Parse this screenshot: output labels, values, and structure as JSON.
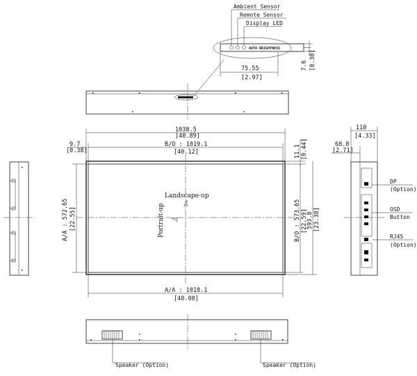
{
  "callouts": {
    "ambient_sensor": "Ambient Sensor",
    "remote_sensor": "Remote Sensor",
    "display_led": "Display LED",
    "dp": "DP",
    "dp_option": "(Option)",
    "osd": "OSD",
    "osd_button": "Button",
    "rj45": "RJ45",
    "rj45_option": "(Option)",
    "speaker_left": "Speaker (Option)",
    "speaker_right": "Speaker (Option)"
  },
  "orientation": {
    "landscape": "Landscape-up",
    "portrait": "Portrait-up"
  },
  "dimensions": {
    "sensor_width_mm": "75.55",
    "sensor_width_in": "[2.97]",
    "sensor_height_mm": "7.6",
    "sensor_height_in": "[0.30]",
    "overall_width_mm": "1038.5",
    "overall_width_in": "[40.89]",
    "bezel_width_mm": "B/O : 1019.1",
    "bezel_width_in": "[40.12]",
    "side_offset_mm": "9.7",
    "side_offset_in": "[0.38]",
    "top_offset_mm": "11.1",
    "top_offset_in": "[0.44]",
    "active_width_mm": "A/A : 1018.1",
    "active_width_in": "[40.08]",
    "active_height_mm": "A/A : 572.65",
    "active_height_in": "[22.55]",
    "bezel_height_mm": "B/O : 573.65",
    "bezel_height_in": "[22.59]",
    "overall_height_mm": "593.8",
    "overall_height_in": "[23.38]",
    "depth_mm": "110",
    "depth_in": "[4.33]",
    "depth_body_mm": "68.8",
    "depth_body_in": "[2.71]"
  },
  "sensor_strip_text": "AUTO BRIGHTNESS"
}
